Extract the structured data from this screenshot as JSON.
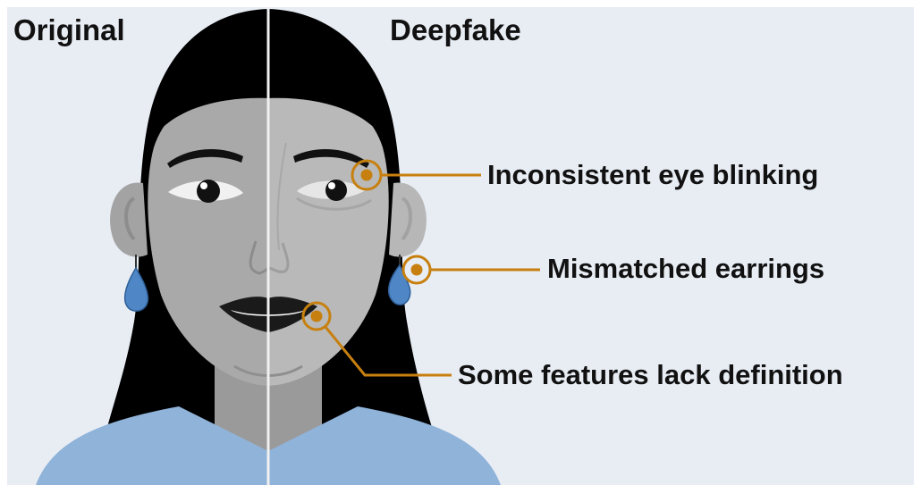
{
  "labels": {
    "left": "Original",
    "right": "Deepfake"
  },
  "callouts": [
    {
      "id": "eye",
      "text": "Inconsistent eye blinking"
    },
    {
      "id": "ear",
      "text": "Mismatched earrings"
    },
    {
      "id": "features",
      "text": "Some features lack definition"
    }
  ],
  "colors": {
    "background": "#e8edf4",
    "hair": "#000000",
    "skin_original": "#a9a9a9",
    "skin_deepfake": "#b9b9b9",
    "shirt": "#8fb3d9",
    "earring": "#4f86c6",
    "callout": "#c7800f",
    "divider": "#f0f0f0"
  },
  "icons": [
    "woman-face-illustration",
    "callout-circle-marker"
  ]
}
